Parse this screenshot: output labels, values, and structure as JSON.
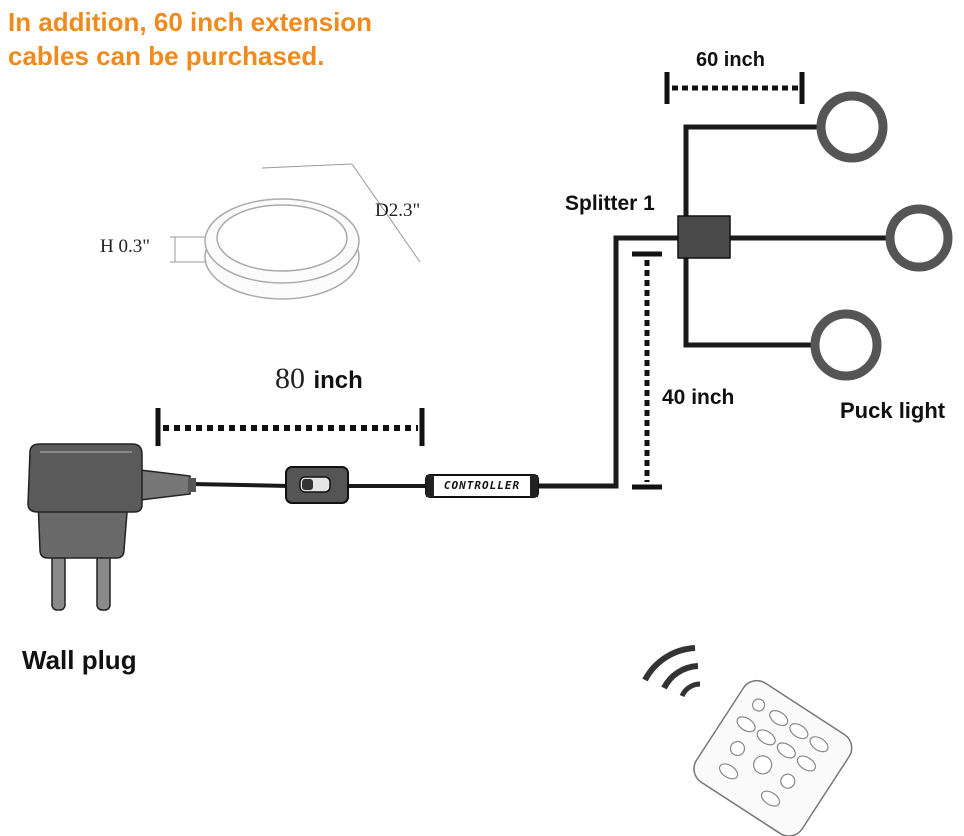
{
  "note": {
    "line1": "In addition, 60 inch extension",
    "line2": "cables can be purchased.",
    "color": "#f08a1c"
  },
  "labels": {
    "cable_80": "80",
    "cable_80_unit": "inch",
    "cable_60": "60 inch",
    "cable_40": "40 inch",
    "splitter": "Splitter 1",
    "puck_light": "Puck light",
    "wall_plug": "Wall plug",
    "controller": "CONTROLLER",
    "height": "H 0.3\"",
    "diameter": "D2.3\""
  },
  "colors": {
    "cable": "#1a1a1a",
    "puck_ring": "#555555",
    "plug_body": "#5a5a5a",
    "splitter_box": "#4a4a4a"
  }
}
